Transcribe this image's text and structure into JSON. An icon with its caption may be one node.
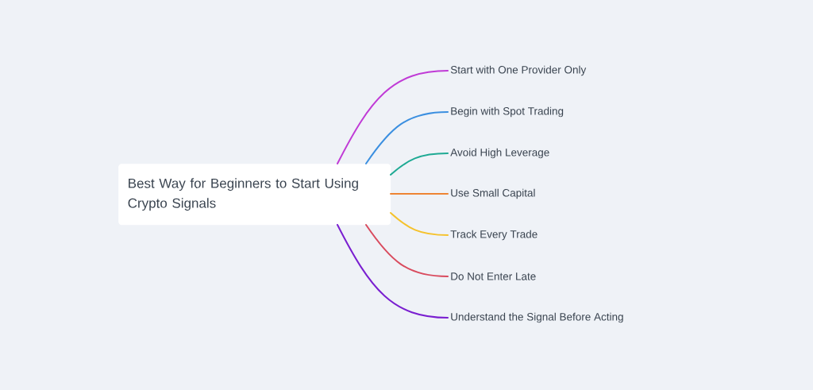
{
  "diagram": {
    "nodes": [
      {
        "text": [
          "Best Way for Beginners to Start Using Crypto Signals"
        ]
      },
      {
        "text": [
          "Start with One Provider Only"
        ]
      },
      {
        "text": [
          "Begin with Spot Trading"
        ]
      },
      {
        "text": [
          "Avoid High Leverage"
        ]
      },
      {
        "text": [
          "Use Small Capital"
        ]
      },
      {
        "text": [
          "Track Every Trade"
        ]
      },
      {
        "text": [
          "Do Not Enter Late"
        ]
      },
      {
        "text": [
          "Understand the Signal Before Acting"
        ]
      }
    ],
    "edges": [
      {
        "from": 0,
        "to": 1,
        "arrow": "none",
        "color": "#c03bd6"
      },
      {
        "from": 0,
        "to": 2,
        "arrow": "none",
        "color": "#3b8fe0"
      },
      {
        "from": 0,
        "to": 3,
        "arrow": "none",
        "color": "#1faa94"
      },
      {
        "from": 0,
        "to": 4,
        "arrow": "none",
        "color": "#ee8433"
      },
      {
        "from": 0,
        "to": 5,
        "arrow": "none",
        "color": "#f5c22c"
      },
      {
        "from": 0,
        "to": 6,
        "arrow": "none",
        "color": "#d94b5e"
      },
      {
        "from": 0,
        "to": 7,
        "arrow": "none",
        "color": "#7a1fd0"
      }
    ]
  }
}
